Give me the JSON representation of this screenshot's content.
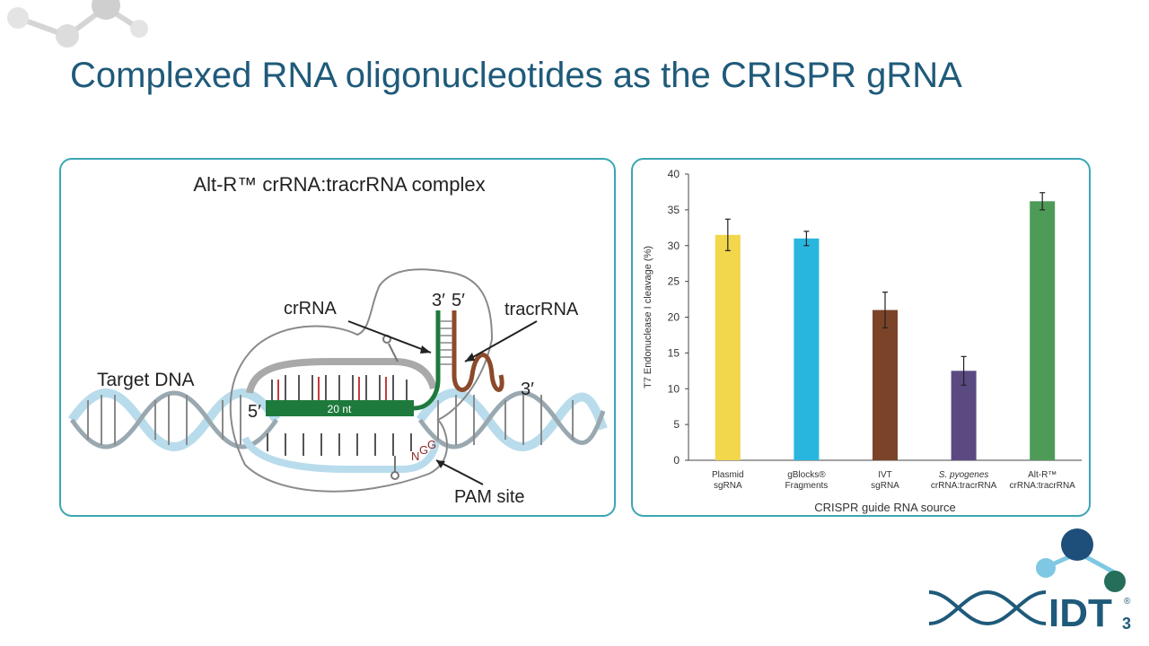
{
  "slide": {
    "title": "Complexed RNA oligonucleotides as the CRISPR gRNA",
    "page_number": "3"
  },
  "diagram": {
    "title": "Alt-R™ crRNA:tracrRNA complex",
    "labels": {
      "crrna": "crRNA",
      "tracrrna": "tracrRNA",
      "target_dna": "Target DNA",
      "pam_site": "PAM site",
      "end_3_prime_right": "3′",
      "end_5_prime_left": "5′",
      "end_3_prime_top": "3′",
      "end_5_prime_top": "5′",
      "guide_length": "20 nt",
      "pam_seq_n": "N",
      "pam_seq_g1": "G",
      "pam_seq_g2": "G"
    }
  },
  "logo": {
    "text": "IDT",
    "mark": "®"
  },
  "colors": {
    "title": "#1f5a7a",
    "panel_border": "#3ba6b4",
    "crrna": "#1e7a3c",
    "tracrrna": "#8b4a2b",
    "dna_light": "#a9d6ea"
  },
  "chart_data": {
    "type": "bar",
    "xlabel": "CRISPR guide RNA source",
    "ylabel": "T7 Endonuclease I cleavage (%)",
    "ylim": [
      0,
      40
    ],
    "yticks": [
      0,
      5,
      10,
      15,
      20,
      25,
      30,
      35,
      40
    ],
    "grid": false,
    "categories": [
      [
        "Plasmid",
        "sgRNA"
      ],
      [
        "gBlocks®",
        "Fragments"
      ],
      [
        "IVT",
        "sgRNA"
      ],
      [
        "S. pyogenes",
        "crRNA:tracrRNA"
      ],
      [
        "Alt-R™",
        "crRNA:tracrRNA"
      ]
    ],
    "values": [
      31.5,
      31.0,
      21.0,
      12.5,
      36.2
    ],
    "errors": [
      2.2,
      1.0,
      2.5,
      2.0,
      1.2
    ],
    "bar_colors": [
      "#f2d64b",
      "#29b6de",
      "#7b4429",
      "#5b4a82",
      "#4e9a57"
    ]
  }
}
